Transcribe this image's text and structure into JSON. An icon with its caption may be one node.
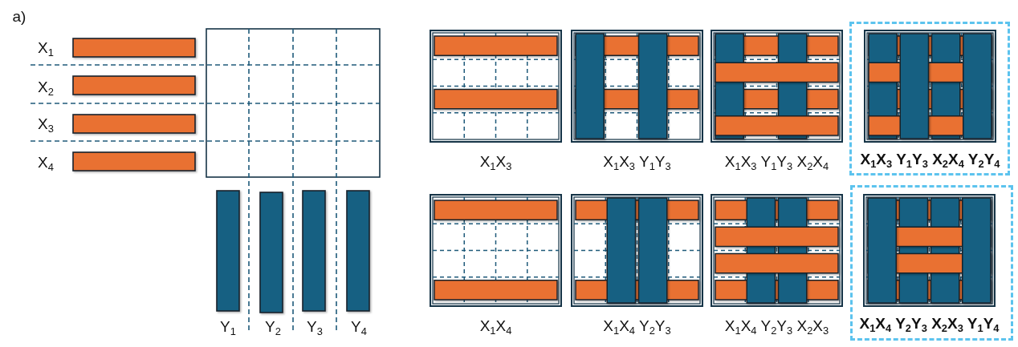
{
  "diagram": {
    "nodes": [
      {
        "text": [
          "X$_{1}$X$_{3}$"
        ]
      },
      {
        "text": [
          "X$_{1}$X$_{3}$ Y$_{1}$Y$_{3}$"
        ]
      },
      {
        "text": [
          "X$_{1}$X$_{3}$ Y$_{1}$Y$_{3}$ X$_{2}$X$_{4}$"
        ]
      },
      {
        "text": [
          "X$_{1}$X$_{3}$ Y$_{1}$Y$_{3}$ X$_{2}$X$_{4}$ Y$_{2}$Y$_{4}$"
        ]
      },
      {
        "text": [
          "X$_{1}$X$_{4}$"
        ]
      },
      {
        "text": [
          "X$_{1}$X$_{4}$ Y$_{2}$Y$_{3}$"
        ]
      },
      {
        "text": [
          "X$_{1}$X$_{4}$ Y$_{2}$Y$_{3}$ X$_{2}$X$_{3}$"
        ]
      },
      {
        "text": [
          "X$_{1}$X$_{4}$ Y$_{2}$Y$_{3}$ X$_{2}$X$_{3}$ Y$_{1}$Y$_{4}$"
        ]
      }
    ],
    "labels": [
      "a)",
      "X$_{1}$",
      "X$_{2}$",
      "X$_{3}$",
      "X$_{4}$",
      "Y$_{1}$",
      "Y$_{2}$",
      "Y$_{3}$",
      "Y$_{4}$"
    ]
  }
}
